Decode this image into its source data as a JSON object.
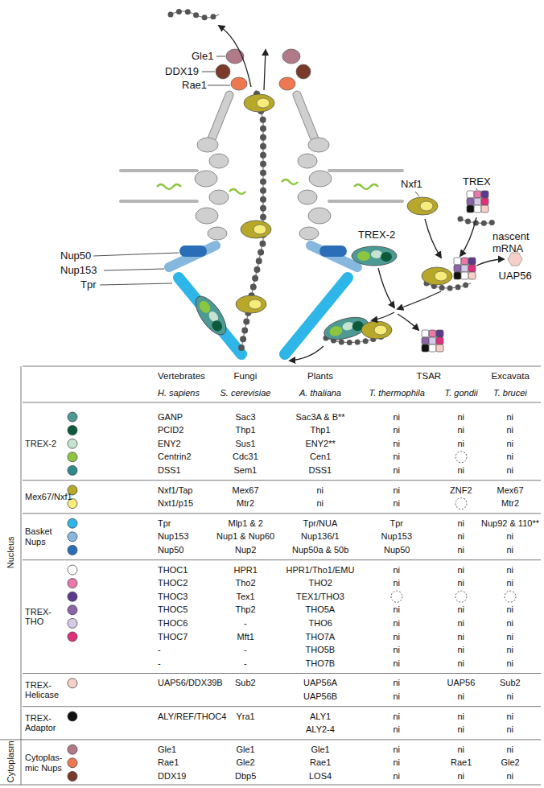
{
  "diagram": {
    "labels": [
      "Gle1",
      "DDX19",
      "Rae1",
      "Nup50",
      "Nup153",
      "Tpr",
      "Nxf1",
      "TREX",
      "nascent mRNA",
      "TREX-2",
      "UAP56",
      "Vertebrates",
      "Fungi",
      "Plants",
      "TSAR",
      "Excavata",
      "H. sapiens",
      "S. cerevisiae",
      "A. thaliana",
      "T. thermophila",
      "T. gondii",
      "T. brucei",
      "Nucleus",
      "Cytoplasm",
      "TREX-2",
      "Mex67/Nxf1",
      "Basket Nups",
      "TREX-THO",
      "TREX-Helicase",
      "TREX-Adaptor",
      "Cytoplas-mic Nups",
      "GANP",
      "Sac3",
      "Sac3A & B**",
      "ni",
      "ni",
      "ni",
      "PCID2",
      "Thp1",
      "Thp1",
      "ni",
      "ni",
      "ni",
      "ENY2",
      "Sus1",
      "ENY2**",
      "ni",
      "ni",
      "ni",
      "Centrin2",
      "Cdc31",
      "Cen1",
      "ni",
      "ni",
      "DSS1",
      "Sem1",
      "DSS1",
      "ni",
      "ni",
      "ni",
      "Nxf1/Tap",
      "Mex67",
      "ni",
      "ni",
      "ZNF2",
      "Mex67",
      "Nxt1/p15",
      "Mtr2",
      "ni",
      "ni",
      "Mtr2",
      "Tpr",
      "Mlp1 & 2",
      "Tpr/NUA",
      "Tpr",
      "ni",
      "Nup92 & 110**",
      "Nup153",
      "Nup1 & Nup60",
      "Nup136/1",
      "Nup153",
      "ni",
      "ni",
      "Nup50",
      "Nup2",
      "Nup50a & 50b",
      "Nup50",
      "ni",
      "ni",
      "THOC1",
      "HPR1",
      "HPR1/Tho1/EMU",
      "ni",
      "ni",
      "ni",
      "THOC2",
      "Tho2",
      "THO2",
      "ni",
      "ni",
      "ni",
      "THOC3",
      "Tex1",
      "TEX1/THO3",
      "THOC5",
      "Thp2",
      "THO5A",
      "ni",
      "ni",
      "ni",
      "THOC6",
      "-",
      "THO6",
      "ni",
      "ni",
      "ni",
      "THOC7",
      "Mft1",
      "THO7A",
      "ni",
      "ni",
      "ni",
      "-",
      "-",
      "THO5B",
      "ni",
      "ni",
      "ni",
      "-",
      "-",
      "THO7B",
      "ni",
      "ni",
      "ni",
      "UAP56/DDX39B",
      "Sub2",
      "UAP56A",
      "ni",
      "UAP56",
      "Sub2",
      "UAP56B",
      "ni",
      "ni",
      "ni",
      "ALY/REF/THOC4",
      "Yra1",
      "ALY1",
      "ni",
      "ni",
      "ni",
      "ALY2-4",
      "ni",
      "ni",
      "ni",
      "Gle1",
      "Gle1",
      "Gle1",
      "ni",
      "ni",
      "ni",
      "Rae1",
      "Gle2",
      "Rae1",
      "ni",
      "Rae1",
      "Gle2",
      "DDX19",
      "Dbp5",
      "LOS4",
      "ni",
      "ni",
      "ni"
    ]
  }
}
